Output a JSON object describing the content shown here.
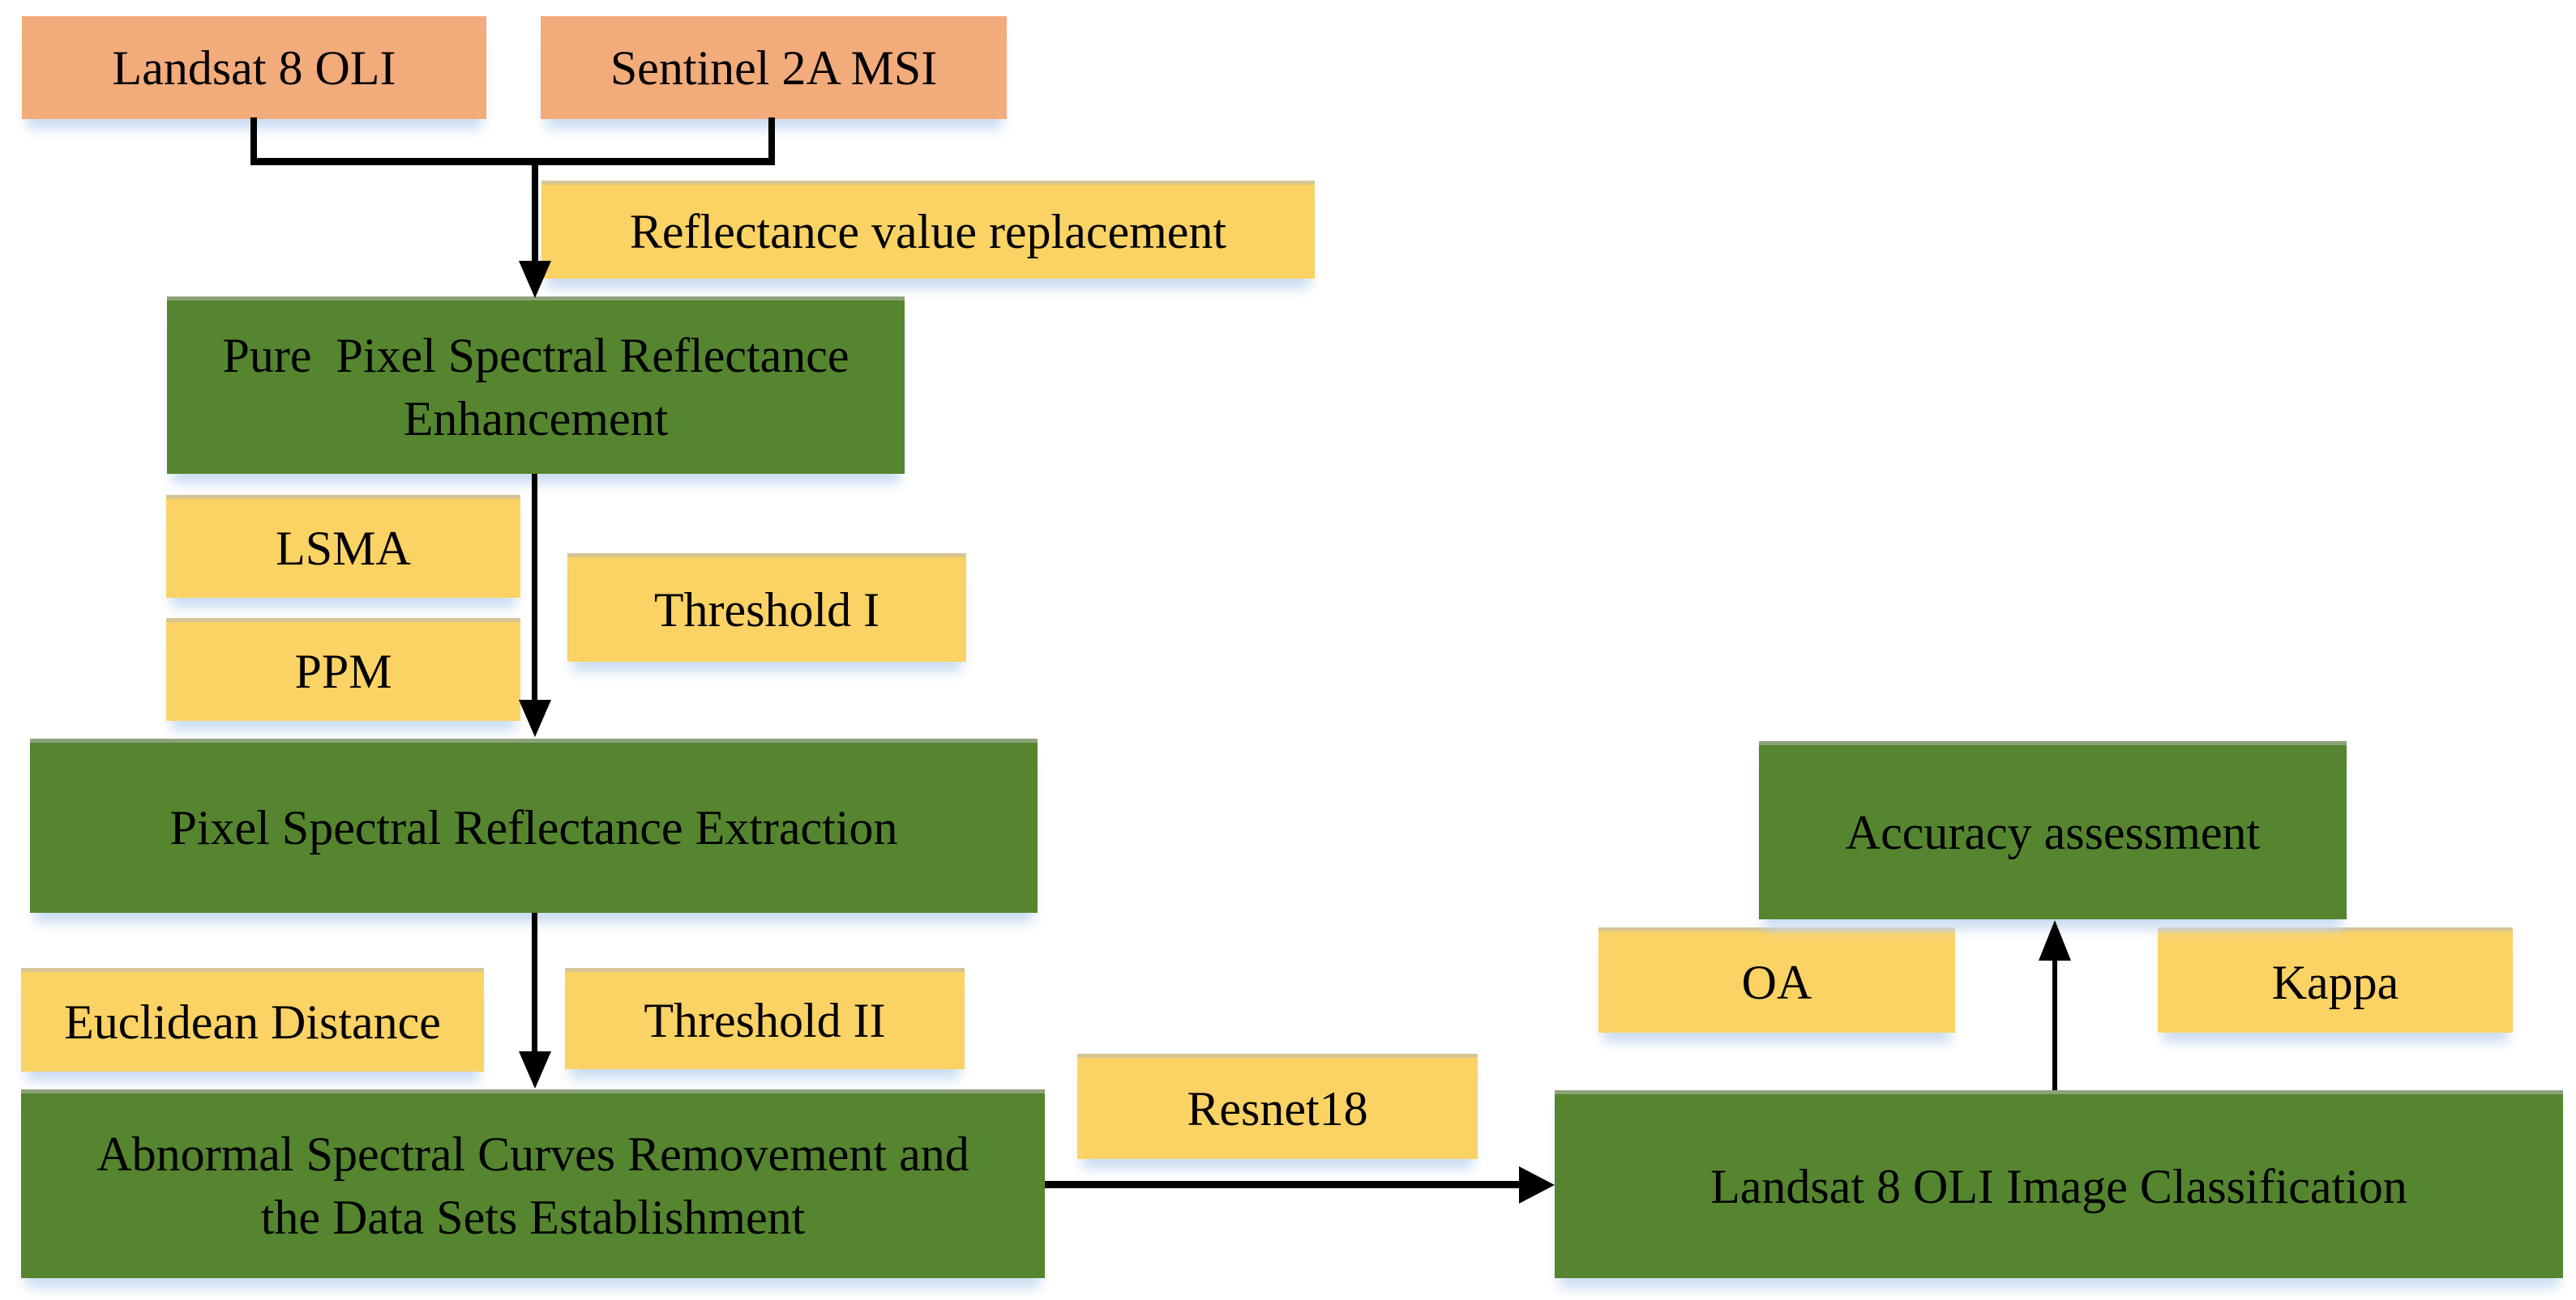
{
  "diagram": {
    "description": "Flowchart of Landsat 8 OLI image classification workflow",
    "colors": {
      "source_fill": "#F2AB7B",
      "method_fill": "#FBD264",
      "process_fill": "#55852F",
      "arrow": "#000000",
      "text": "#000000",
      "shadow": "#C7DAF1"
    },
    "nodes": {
      "landsat": {
        "label": "Landsat 8 OLI"
      },
      "sentinel": {
        "label": "Sentinel 2A MSI"
      },
      "reflectance_replacement": {
        "label": "Reflectance value replacement"
      },
      "pure_pixel": {
        "lines": [
          "Pure  Pixel Spectral Reflectance",
          "Enhancement"
        ]
      },
      "lsma": {
        "label": "LSMA"
      },
      "ppm": {
        "label": "PPM"
      },
      "threshold1": {
        "label": "Threshold I"
      },
      "extraction": {
        "label": "Pixel Spectral Reflectance Extraction"
      },
      "euclidean": {
        "label": "Euclidean Distance"
      },
      "threshold2": {
        "label": "Threshold II"
      },
      "abnormal": {
        "lines": [
          "Abnormal Spectral Curves Removement and",
          "the Data Sets Establishment"
        ]
      },
      "resnet": {
        "label": "Resnet18"
      },
      "classification": {
        "label": "Landsat 8 OLI Image Classification"
      },
      "accuracy": {
        "label": "Accuracy assessment"
      },
      "oa": {
        "label": "OA"
      },
      "kappa": {
        "label": "Kappa"
      }
    },
    "edges": [
      {
        "from": "Landsat 8 OLI",
        "to": "Pure Pixel Spectral Reflectance Enhancement"
      },
      {
        "from": "Sentinel 2A MSI",
        "to": "Pure Pixel Spectral Reflectance Enhancement"
      },
      {
        "from": "Pure Pixel Spectral Reflectance Enhancement",
        "to": "Pixel Spectral Reflectance Extraction"
      },
      {
        "from": "Pixel Spectral Reflectance Extraction",
        "to": "Abnormal Spectral Curves Removement and the Data Sets Establishment"
      },
      {
        "from": "Abnormal Spectral Curves Removement and the Data Sets Establishment",
        "to": "Landsat 8 OLI Image Classification"
      },
      {
        "from": "Landsat 8 OLI Image Classification",
        "to": "Accuracy assessment"
      }
    ]
  }
}
